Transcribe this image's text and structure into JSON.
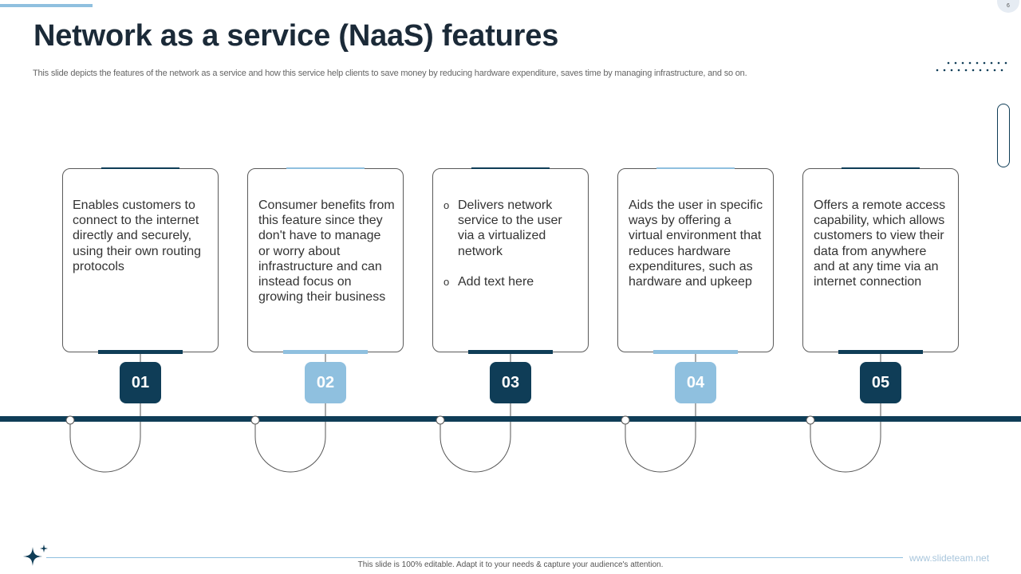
{
  "page_number": "6",
  "title": "Network as a service (NaaS) features",
  "subtitle": "This slide depicts the features of the network as a service and how this service help clients to save money by reducing hardware expenditure, saves time by managing infrastructure, and so on.",
  "features": [
    {
      "number": "01",
      "text": "Enables customers to connect to the internet directly and securely, using their own routing protocols"
    },
    {
      "number": "02",
      "text": "Consumer benefits from this feature since they don't have to manage or worry about infrastructure  and can instead focus on growing their business"
    },
    {
      "number": "03",
      "bullets": [
        "Delivers network service to the user via a virtualized network",
        "Add text here"
      ]
    },
    {
      "number": "04",
      "text": "Aids the user in specific ways by offering a virtual environment that reduces hardware expenditures, such as hardware and upkeep"
    },
    {
      "number": "05",
      "text": "Offers a remote access capability, which allows customers to view their data from anywhere and at any time via an internet connection"
    }
  ],
  "bullet_glyph": "o",
  "footer": {
    "note": "This slide is 100% editable.  Adapt it to your needs & capture your audience's attention.",
    "url": "www.slideteam.net"
  },
  "colors": {
    "dark": "#0f3d57",
    "light": "#8fc0df",
    "title": "#1b2a38"
  },
  "icons": {
    "logo": "sparkle-star-icon"
  }
}
